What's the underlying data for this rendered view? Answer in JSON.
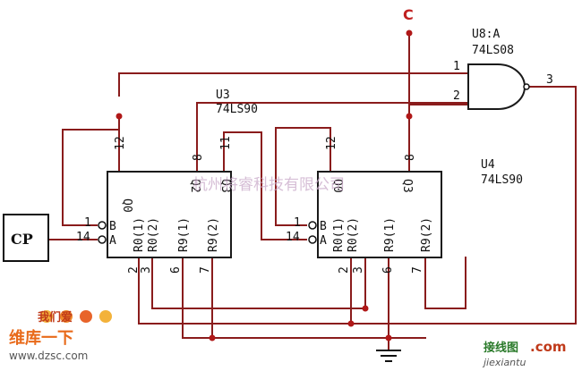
{
  "input": {
    "cp_label": "CP",
    "c_label": "C"
  },
  "gate": {
    "name": "U8:A",
    "part": "74LS08",
    "pin_in1": "1",
    "pin_in2": "2",
    "pin_out": "3"
  },
  "u3": {
    "name": "U3",
    "part": "74LS90",
    "top_pins": {
      "p12": "12",
      "p8": "8",
      "p11": "11"
    },
    "top_names": {
      "q0": "Q0",
      "q2": "Q2",
      "q3": "Q3"
    },
    "left_pins": {
      "p1": "1",
      "p14": "14"
    },
    "left_names": {
      "b": "B",
      "a": "A"
    },
    "bottom_names": {
      "r01": "R0(1)",
      "r02": "R0(2)",
      "r91": "R9(1)",
      "r92": "R9(2)"
    },
    "bottom_pins": {
      "p2": "2",
      "p3": "3",
      "p6": "6",
      "p7": "7"
    }
  },
  "u4": {
    "name": "U4",
    "part": "74LS90",
    "top_pins": {
      "p12": "12",
      "p8": "8"
    },
    "top_names": {
      "q0": "Q0",
      "q3": "Q3"
    },
    "left_pins": {
      "p1": "1",
      "p14": "14"
    },
    "left_names": {
      "b": "B",
      "a": "A"
    },
    "bottom_names": {
      "r01": "R0(1)",
      "r02": "R0(2)",
      "r91": "R9(1)",
      "r92": "R9(2)"
    },
    "bottom_pins": {
      "p2": "2",
      "p3": "3",
      "p6": "6",
      "p7": "7"
    }
  },
  "watermark": {
    "center": "杭州将睿科技有限公司",
    "logo_top": "我们爱",
    "logo_mid": "维库一下",
    "logo_url": "www.dzsc.com",
    "brand_right": "接线图",
    "brand_right_dot": ".com",
    "brand_right_url": "jiexiantu"
  }
}
